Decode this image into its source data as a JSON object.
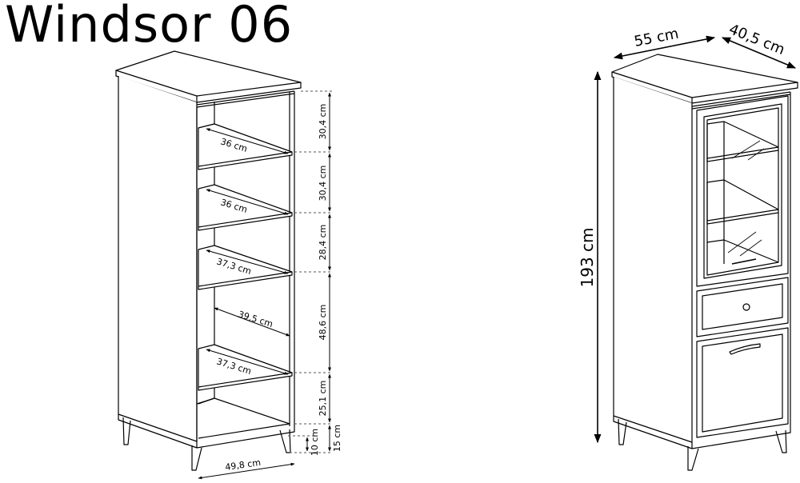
{
  "title": "Windsor 06",
  "inner": {
    "width": "49,8 cm",
    "shelf_depths": [
      "36 cm",
      "36 cm",
      "37,3 cm",
      "39,5 cm",
      "37,3 cm"
    ],
    "heights": [
      "30,4 cm",
      "30,4 cm",
      "28,4 cm",
      "48,6 cm",
      "25,1 cm",
      "10 cm",
      "15 cm"
    ]
  },
  "outer": {
    "width": "55 cm",
    "depth": "40,5 cm",
    "height": "193 cm"
  }
}
